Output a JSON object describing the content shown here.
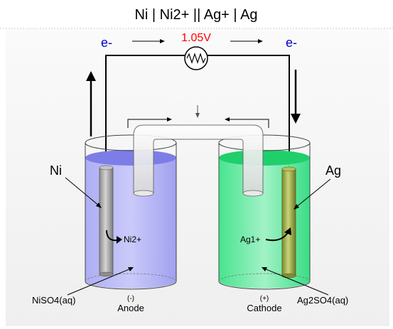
{
  "title": "Ni | Ni2+ || Ag+ | Ag",
  "voltmeter": {
    "reading": "1.05V",
    "reading_color": "#ff0000",
    "icon": "voltmeter-zigzag-icon"
  },
  "electron_flow": {
    "left_label": "e-",
    "right_label": "e-",
    "label_color": "#0000cc"
  },
  "anode": {
    "electrode_label": "Ni",
    "ion_label": "Ni2+",
    "solution_label": "NiSO4(aq)",
    "sign": "(-)",
    "role": "Anode",
    "solution_color": "#8080f0"
  },
  "cathode": {
    "electrode_label": "Ag",
    "ion_label": "Ag1+",
    "solution_label": "Ag2SO4(aq)",
    "sign": "(+)",
    "role": "Cathode",
    "solution_color": "#22dd77"
  }
}
